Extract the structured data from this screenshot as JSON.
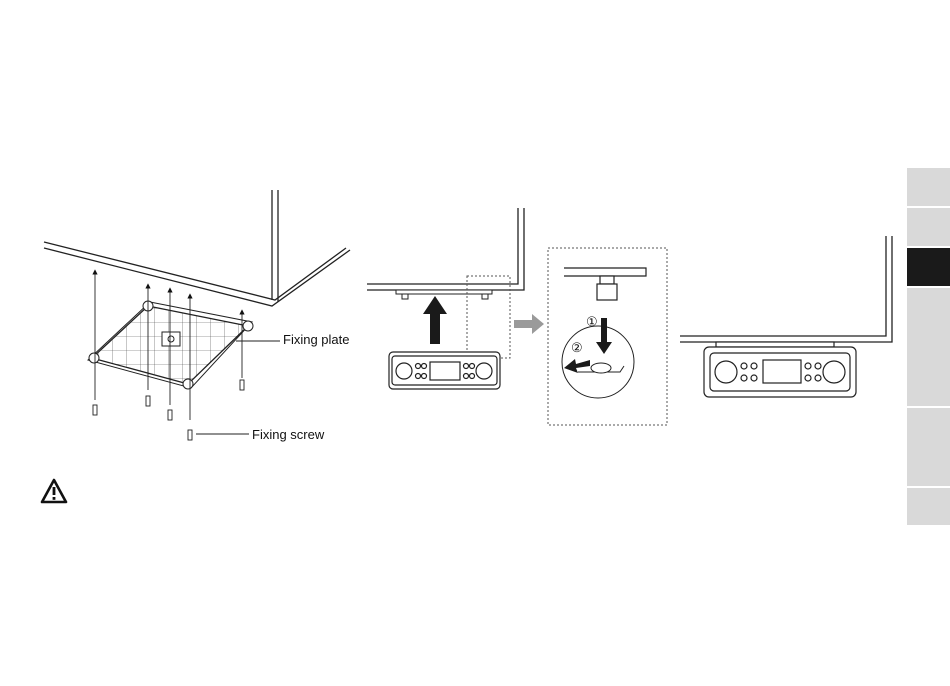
{
  "labels": {
    "fixing_plate": "Fixing plate",
    "fixing_screw": "Fixing screw"
  },
  "step_markers": [
    "①",
    "②"
  ],
  "icons": {
    "warning": "warning-triangle-icon",
    "arrow": "arrow-icon"
  },
  "side_tabs": {
    "count": 5,
    "active_index": 1,
    "colors": {
      "inactive": "#d9d9d9",
      "active": "#1a1a1a"
    }
  }
}
